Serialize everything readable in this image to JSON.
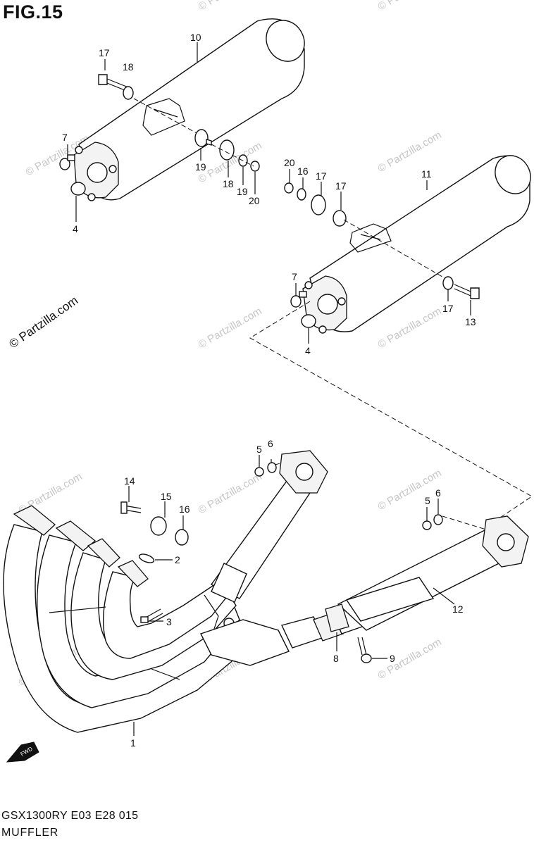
{
  "figure": {
    "title": "FIG.15",
    "model_code": "GSX1300RY  E03  E28   015",
    "section": "MUFFLER"
  },
  "watermark": {
    "text": "© Partzilla.com"
  },
  "callouts": [
    {
      "id": "c1",
      "text": "1"
    },
    {
      "id": "c2",
      "text": "2"
    },
    {
      "id": "c3",
      "text": "3"
    },
    {
      "id": "c4a",
      "text": "4"
    },
    {
      "id": "c4b",
      "text": "4"
    },
    {
      "id": "c5a",
      "text": "5"
    },
    {
      "id": "c5b",
      "text": "5"
    },
    {
      "id": "c6a",
      "text": "6"
    },
    {
      "id": "c6b",
      "text": "6"
    },
    {
      "id": "c7a",
      "text": "7"
    },
    {
      "id": "c7b",
      "text": "7"
    },
    {
      "id": "c8",
      "text": "8"
    },
    {
      "id": "c9",
      "text": "9"
    },
    {
      "id": "c10",
      "text": "10"
    },
    {
      "id": "c11",
      "text": "11"
    },
    {
      "id": "c12",
      "text": "12"
    },
    {
      "id": "c13",
      "text": "13"
    },
    {
      "id": "c14",
      "text": "14"
    },
    {
      "id": "c15",
      "text": "15"
    },
    {
      "id": "c16a",
      "text": "16"
    },
    {
      "id": "c16b",
      "text": "16"
    },
    {
      "id": "c17a",
      "text": "17"
    },
    {
      "id": "c17b",
      "text": "17"
    },
    {
      "id": "c17c",
      "text": "17"
    },
    {
      "id": "c17d",
      "text": "17"
    },
    {
      "id": "c18a",
      "text": "18"
    },
    {
      "id": "c18b",
      "text": "18"
    },
    {
      "id": "c19a",
      "text": "19"
    },
    {
      "id": "c19b",
      "text": "19"
    },
    {
      "id": "c20a",
      "text": "20"
    },
    {
      "id": "c20b",
      "text": "20"
    }
  ],
  "direction_badge": "FWD"
}
